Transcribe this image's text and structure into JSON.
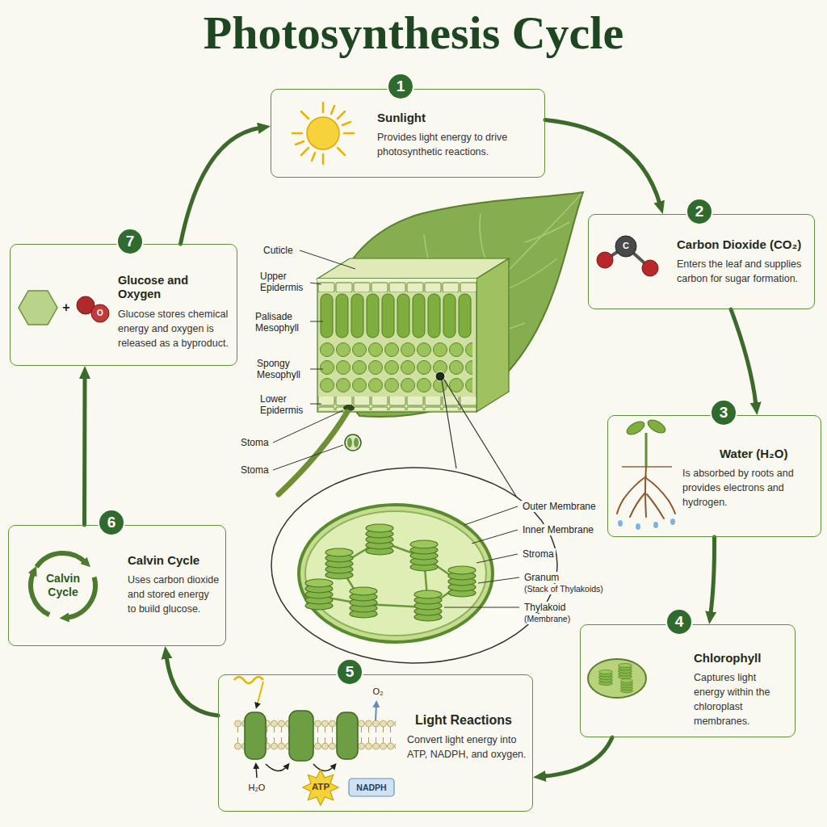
{
  "diagram": {
    "title": "Photosynthesis Cycle",
    "nodes": [
      {
        "text": [
          "1",
          "Sunlight",
          "Provides light energy to drive photosynthetic reactions."
        ]
      },
      {
        "text": [
          "2",
          "Carbon Dioxide (CO₂)",
          "Enters the leaf and supplies carbon for sugar formation."
        ]
      },
      {
        "text": [
          "3",
          "Water (H₂O)",
          "Is absorbed by roots and provides electrons and hydrogen."
        ]
      },
      {
        "text": [
          "4",
          "Chlorophyll",
          "Captures light energy within the chloroplast membranes."
        ]
      },
      {
        "text": [
          "5",
          "Light Reactions",
          "Convert light energy into ATP, NADPH, and oxygen."
        ]
      },
      {
        "text": [
          "6",
          "Calvin Cycle",
          "Uses carbon dioxide and stored energy to build glucose."
        ]
      },
      {
        "text": [
          "7",
          "Glucose and Oxygen",
          "Glucose stores chemical energy and oxygen is released as a byproduct."
        ]
      }
    ],
    "edges": [
      {
        "from": 0,
        "to": 1,
        "arrow": "to"
      },
      {
        "from": 1,
        "to": 2,
        "arrow": "to"
      },
      {
        "from": 2,
        "to": 3,
        "arrow": "to"
      },
      {
        "from": 3,
        "to": 4,
        "arrow": "to"
      },
      {
        "from": 4,
        "to": 5,
        "arrow": "to"
      },
      {
        "from": 5,
        "to": 6,
        "arrow": "to"
      },
      {
        "from": 6,
        "to": 0,
        "arrow": "to"
      }
    ],
    "labels": [
      "Cuticle",
      "Upper Epidermis",
      "Palisade Mesophyll",
      "Spongy Mesophyll",
      "Lower Epidermis",
      "Stoma",
      "Stoma",
      "Outer Membrane",
      "Inner Membrane",
      "Stroma",
      "Granum",
      "(Stack of Thylakoids)",
      "Thylakoid",
      "(Membrane)",
      "C",
      "Calvin Cycle",
      "O₂",
      "H₂O",
      "ATP",
      "NADPH",
      "+",
      "O"
    ]
  }
}
